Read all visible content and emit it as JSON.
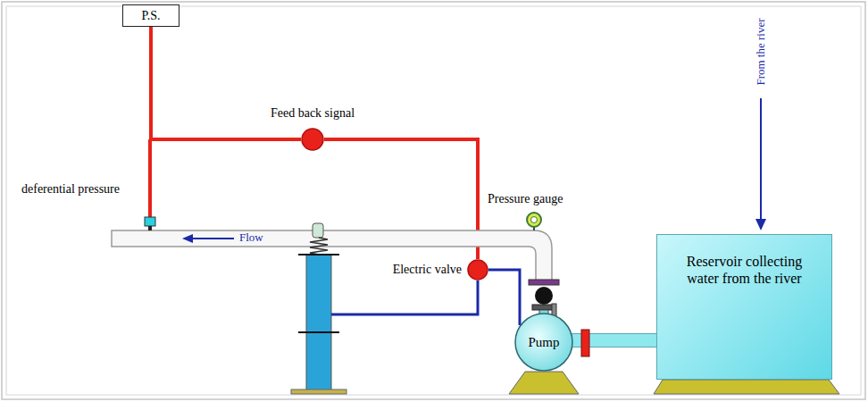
{
  "diagram": {
    "nodes": [
      {
        "text": [
          "P.S."
        ]
      },
      {
        "text": [
          "Feed back signal"
        ]
      },
      {
        "text": [
          "Electric valve"
        ]
      },
      {
        "text": [
          "Pump"
        ]
      },
      {
        "text": [
          "Reservoir collecting water from the river"
        ]
      }
    ],
    "edges": [
      {
        "from": 0,
        "to": 1,
        "arrow": "none"
      },
      {
        "from": 1,
        "to": 2,
        "arrow": "none"
      },
      {
        "from": 2,
        "to": 3,
        "arrow": "none"
      },
      {
        "from": 3,
        "to": 4,
        "arrow": "none"
      }
    ],
    "labels": [
      "deferential pressure",
      "Flow",
      "Pressure gauge",
      "From the river"
    ]
  }
}
